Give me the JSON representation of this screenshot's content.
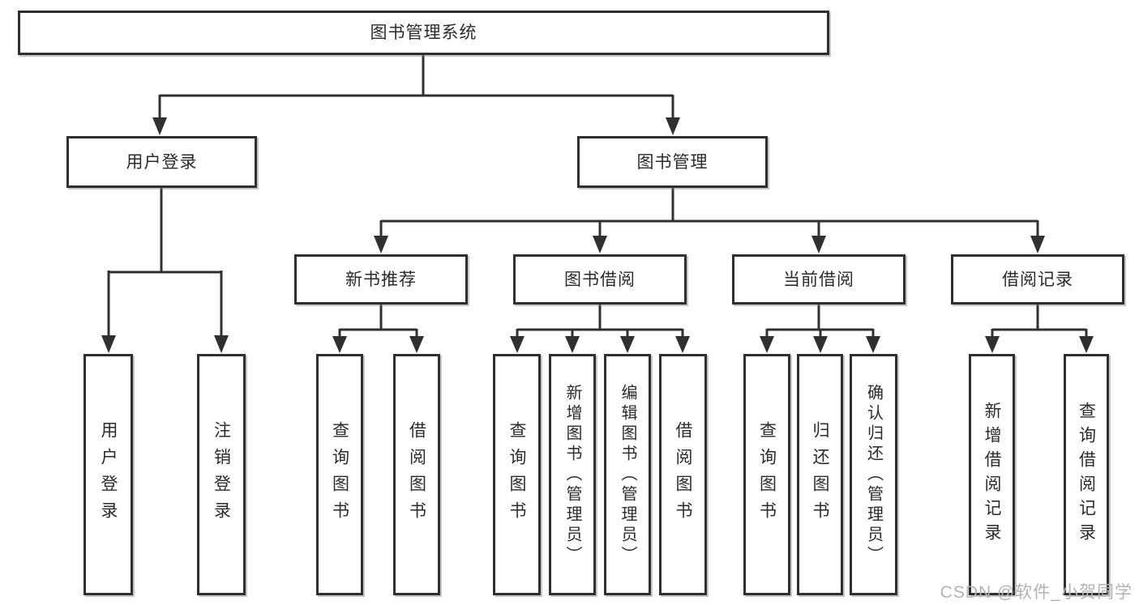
{
  "diagram": {
    "root": {
      "label": "图书管理系统"
    },
    "branches": [
      {
        "label": "用户登录",
        "leaves": [
          "用户登录",
          "注销登录"
        ]
      },
      {
        "label": "图书管理",
        "groups": [
          {
            "label": "新书推荐",
            "leaves": [
              "查询图书",
              "借阅图书"
            ]
          },
          {
            "label": "图书借阅",
            "leaves": [
              "查询图书",
              "新增图书（管理员）",
              "编辑图书（管理员）",
              "借阅图书"
            ]
          },
          {
            "label": "当前借阅",
            "leaves": [
              "查询图书",
              "归还图书",
              "确认归还（管理员）"
            ]
          },
          {
            "label": "借阅记录",
            "leaves": [
              "新增借阅记录",
              "查询借阅记录"
            ]
          }
        ]
      }
    ]
  },
  "watermark": "CSDN @软件_小贺同学",
  "colors": {
    "line": "#303030",
    "box_border": "#303030",
    "box_background": "#ffffff",
    "text": "#2b2b2b",
    "watermark": "#b3b3b3"
  }
}
